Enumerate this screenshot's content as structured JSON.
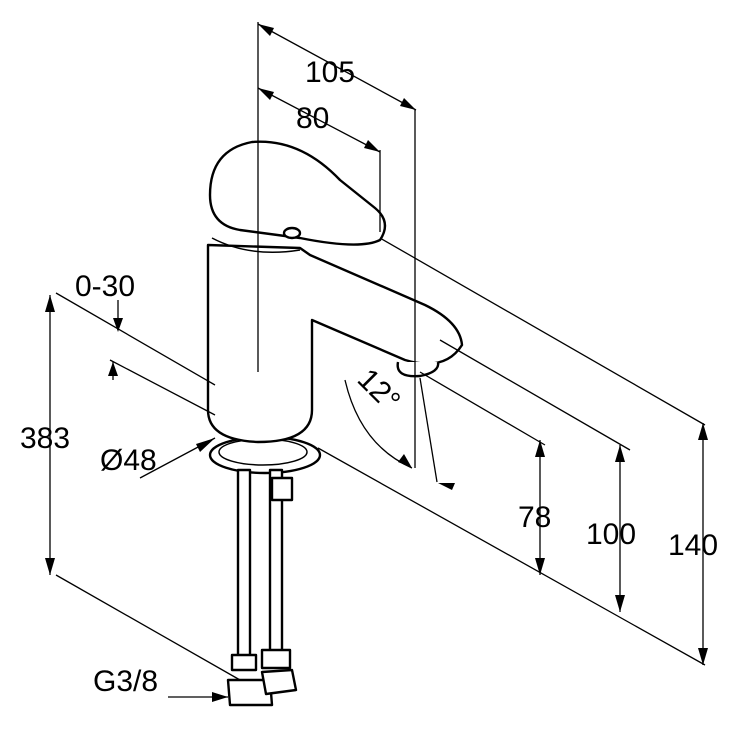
{
  "dimensions": {
    "width_total": "105",
    "width_spout": "80",
    "angle_range": "0-30",
    "height_total": "383",
    "diameter": "Ø48",
    "tilt": "12°",
    "spout_height": "78",
    "mid_height": "100",
    "top_height": "140",
    "connection": "G3/8"
  },
  "colors": {
    "line": "#000000",
    "background": "#ffffff"
  }
}
